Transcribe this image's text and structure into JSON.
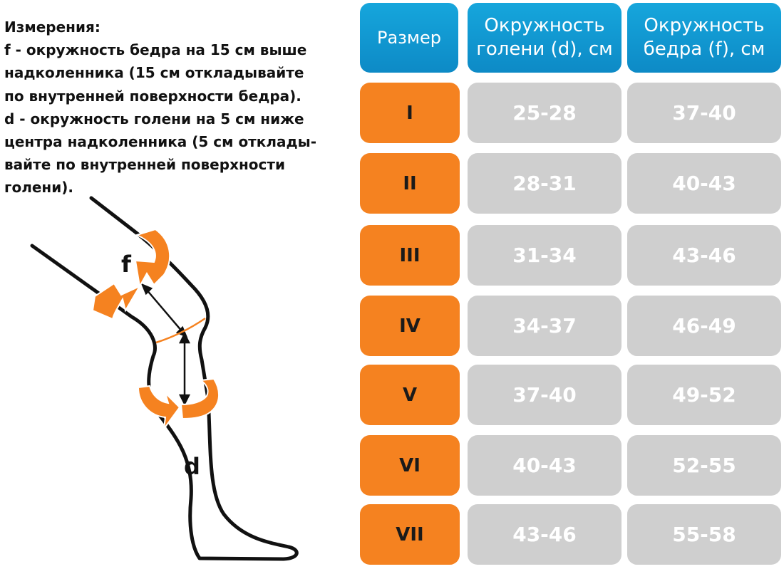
{
  "instructions": {
    "lines": [
      "Измерения:",
      "f - окружность бедра на 15 см выше",
      "надколенника (15 см откладывайте",
      "по внутренней поверхности бедра).",
      "d - окружность голени на 5 см ниже",
      "центра надколенника (5 см отклады-",
      "вайте по внутренней поверхности",
      "голени)."
    ]
  },
  "diagram": {
    "label_f": "f",
    "label_d": "d"
  },
  "table": {
    "headers": [
      "Размер",
      "Окружность\nголени (d), см",
      "Окружность\nбедра (f), см"
    ],
    "rows": [
      {
        "size": "I",
        "calf": "25-28",
        "thigh": "37-40"
      },
      {
        "size": "II",
        "calf": "28-31",
        "thigh": "40-43"
      },
      {
        "size": "III",
        "calf": "31-34",
        "thigh": "43-46"
      },
      {
        "size": "IV",
        "calf": "34-37",
        "thigh": "46-49"
      },
      {
        "size": "V",
        "calf": "37-40",
        "thigh": "49-52"
      },
      {
        "size": "VI",
        "calf": "40-43",
        "thigh": "52-55"
      },
      {
        "size": "VII",
        "calf": "43-46",
        "thigh": "55-58"
      }
    ]
  },
  "colors": {
    "header_blue": "#0d8ac6",
    "size_orange": "#f58220",
    "value_gray": "#cfcfcf"
  }
}
